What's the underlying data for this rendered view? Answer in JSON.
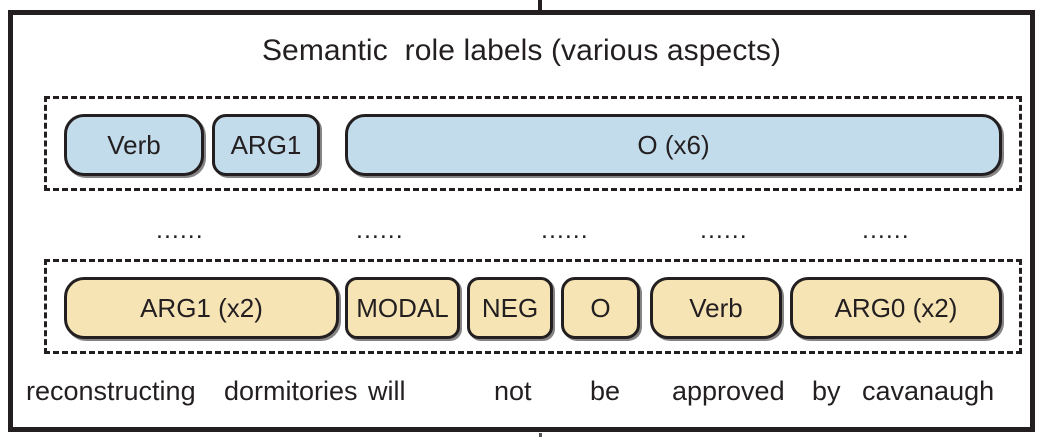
{
  "figure": {
    "title": "Semantic  role labels (various aspects)",
    "colors": {
      "aspect_a_fill": "#c3dcec",
      "aspect_b_fill": "#f7e4b5",
      "outline": "#231f20",
      "background": "#ffffff"
    }
  },
  "rows": {
    "top": {
      "chips": [
        {
          "label": "Verb"
        },
        {
          "label": "ARG1"
        },
        {
          "label": "O (x6)"
        }
      ]
    },
    "separator": {
      "marks": [
        "......",
        "......",
        "......",
        "......",
        "......"
      ]
    },
    "bottom": {
      "chips": [
        {
          "label": "ARG1 (x2)"
        },
        {
          "label": "MODAL"
        },
        {
          "label": "NEG"
        },
        {
          "label": "O"
        },
        {
          "label": "Verb"
        },
        {
          "label": "ARG0 (x2)"
        }
      ]
    }
  },
  "sentence": {
    "tokens": [
      "reconstructing",
      "dormitories",
      "will",
      "not",
      "be",
      "approved",
      "by",
      "cavanaugh"
    ]
  }
}
